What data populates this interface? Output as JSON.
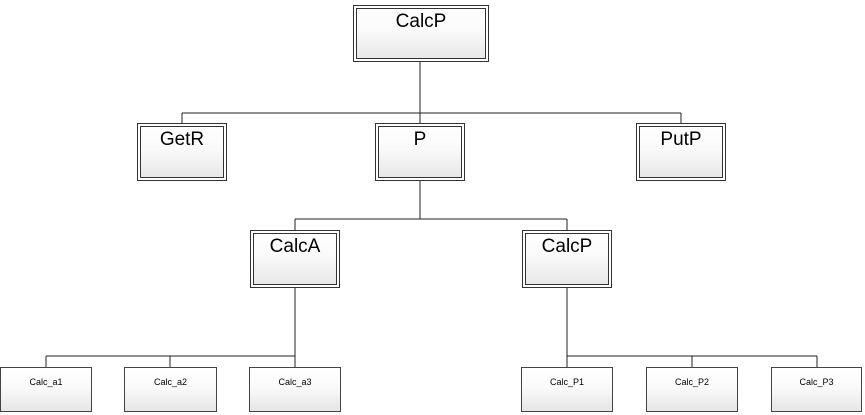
{
  "diagram": {
    "root": "CalcP",
    "level1": [
      "GetR",
      "P",
      "PutP"
    ],
    "level2": [
      "CalcA",
      "CalcP"
    ],
    "leaves_a": [
      "Calc_a1",
      "Calc_a2",
      "Calc_a3"
    ],
    "leaves_p": [
      "Calc_P1",
      "Calc_P2",
      "Calc_P3"
    ]
  },
  "style": {
    "line_color": "#222222",
    "box_border": "#333333",
    "box_gradient_top": "#ffffff",
    "box_gradient_bottom": "#e6e6e6"
  }
}
